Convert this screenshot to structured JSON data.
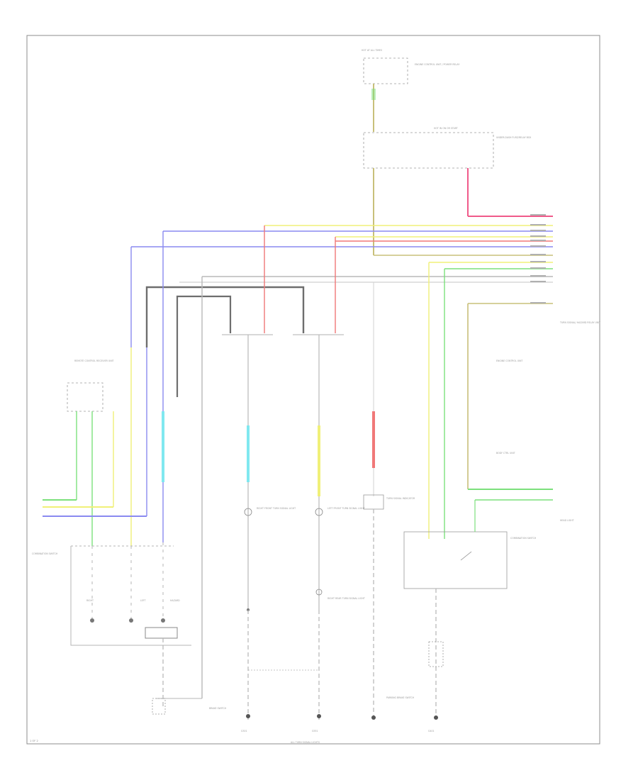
{
  "wire_colors": {
    "yellow": "#f0f078",
    "blue": "#8a8af0",
    "red": "#f07878",
    "green": "#7ce07c",
    "cyan": "#80e8f0",
    "gray": "#b8b8b8",
    "dark": "#6e6e6e",
    "olive": "#c8c07a",
    "pink": "#f05a8a"
  },
  "labels": {
    "page_number": "1 OF 2",
    "top_box_title": "HOT AT ALL TIMES",
    "top_box_desc": "ENGINE CONTROL UNIT / POWER RELAY",
    "fuse_box_title": "HOT IN ON OR START",
    "fuse_box_desc": "UNDER-DASH FUSE/RELAY BOX",
    "right_connector_desc": "TURN SIGNAL/ HAZARD RELAY UNIT",
    "right_mid_desc": "ENGINE CONTROL UNIT",
    "right_bottom_desc": "BODY CTRL UNIT",
    "left_top_desc": "REMOTE CONTROL RECEIVER UNIT",
    "left_sw_title": "COMBINATION SWITCH",
    "combination_switch": "COMBINATION SWITCH",
    "left_a": "RIGHT",
    "left_b": "LEFT",
    "left_c": "HAZARD",
    "center_left_desc": "RIGHT FRONT TURN SIGNAL LIGHT",
    "center_right_desc": "LEFT FRONT TURN SIGNAL LIGHT",
    "center_mid_desc": "RIGHT REAR TURN SIGNAL LIGHT",
    "right_center_desc": "TURN SIGNAL INDICATOR",
    "ground_a": "G301",
    "ground_b": "G551",
    "ground_c": "G401",
    "bottom_left_desc": "BRAKE SWITCH",
    "bottom_mid_desc": "ALL TURN SIGNAL LIGHTS",
    "bottom_right_desc": "PARKING BRAKE SWITCH",
    "bottom_far_right": "HEAD LIGHT"
  }
}
